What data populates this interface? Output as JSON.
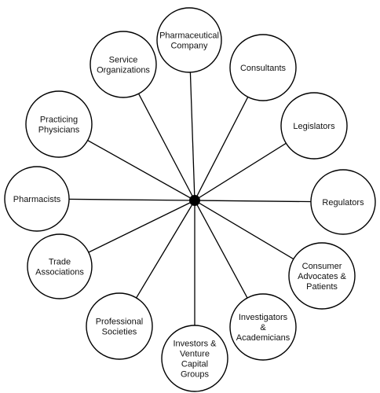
{
  "diagram": {
    "center": "",
    "nodes": [
      {
        "id": "pharmaceutical-company",
        "lines": [
          "Pharmaceutical",
          "Company"
        ]
      },
      {
        "id": "consultants",
        "lines": [
          "Consultants"
        ]
      },
      {
        "id": "legislators",
        "lines": [
          "Legislators"
        ]
      },
      {
        "id": "regulators",
        "lines": [
          "Regulators"
        ]
      },
      {
        "id": "consumer-advocates-patients",
        "lines": [
          "Consumer",
          "Advocates &",
          "Patients"
        ]
      },
      {
        "id": "investigators-academicians",
        "lines": [
          "Investigators",
          "&",
          "Academicians"
        ]
      },
      {
        "id": "investors-venture-capital",
        "lines": [
          "Investors &",
          "Venture",
          "Capital",
          "Groups"
        ]
      },
      {
        "id": "professional-societies",
        "lines": [
          "Professional",
          "Societies"
        ]
      },
      {
        "id": "trade-associations",
        "lines": [
          "Trade",
          "Associations"
        ]
      },
      {
        "id": "pharmacists",
        "lines": [
          "Pharmacists"
        ]
      },
      {
        "id": "practicing-physicians",
        "lines": [
          "Practicing",
          "Physicians"
        ]
      },
      {
        "id": "service-organizations",
        "lines": [
          "Service",
          "Organizations"
        ]
      }
    ]
  }
}
